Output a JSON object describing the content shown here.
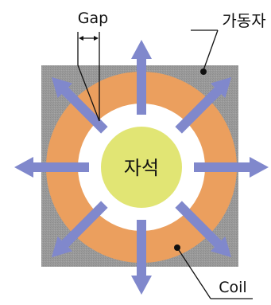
{
  "labels": {
    "gap": "Gap",
    "mover": "가동자",
    "magnet": "자석",
    "coil": "Coil"
  },
  "colors": {
    "mover": "#999999",
    "coil": "#EB9F5E",
    "gap_ring": "#FFFFFF",
    "magnet": "#E1E574",
    "arrow": "#8088CC",
    "pointer": "#111111"
  },
  "arrow_count": 8
}
